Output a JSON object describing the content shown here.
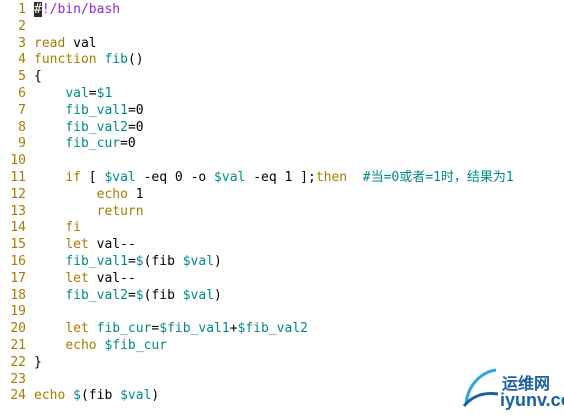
{
  "editor": {
    "lines": [
      {
        "n": "1",
        "t": "#!/bin/bash"
      },
      {
        "n": "2",
        "t": ""
      },
      {
        "n": "3",
        "t": "read val"
      },
      {
        "n": "4",
        "t": "function fib()"
      },
      {
        "n": "5",
        "t": "{"
      },
      {
        "n": "6",
        "t": "    val=$1"
      },
      {
        "n": "7",
        "t": "    fib_val1=0"
      },
      {
        "n": "8",
        "t": "    fib_val2=0"
      },
      {
        "n": "9",
        "t": "    fib_cur=0"
      },
      {
        "n": "10",
        "t": ""
      },
      {
        "n": "11",
        "t": "    if [ $val -eq 0 -o $val -eq 1 ];then  #当=0或者=1时，结果为1"
      },
      {
        "n": "12",
        "t": "        echo 1"
      },
      {
        "n": "13",
        "t": "        return"
      },
      {
        "n": "14",
        "t": "    fi"
      },
      {
        "n": "15",
        "t": "    let val--"
      },
      {
        "n": "16",
        "t": "    fib_val1=$(fib $val)"
      },
      {
        "n": "17",
        "t": "    let val--"
      },
      {
        "n": "18",
        "t": "    fib_val2=$(fib $val)"
      },
      {
        "n": "19",
        "t": ""
      },
      {
        "n": "20",
        "t": "    let fib_cur=$fib_val1+$fib_val2"
      },
      {
        "n": "21",
        "t": "    echo $fib_cur"
      },
      {
        "n": "22",
        "t": "}"
      },
      {
        "n": "23",
        "t": ""
      },
      {
        "n": "24",
        "t": "echo $(fib $val)"
      }
    ]
  },
  "watermark": {
    "line1": "运维网",
    "line2": "iyunv.com"
  },
  "colors": {
    "keyword": "#a67c00",
    "variable": "#008a8a",
    "text": "#000000",
    "brand": "#1b5fa8"
  }
}
